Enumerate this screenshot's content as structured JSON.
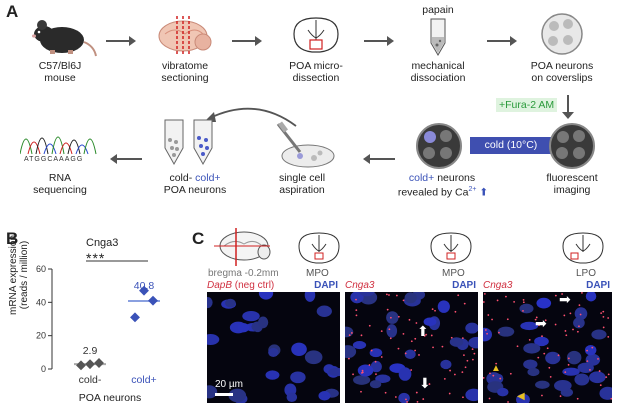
{
  "panels": {
    "a": "A",
    "b": "B",
    "c": "C"
  },
  "workflow": {
    "mouse": "C57/Bl6J\nmouse",
    "vibratome": "vibratome\nsectioning",
    "dissection": "POA micro-\ndissection",
    "papain": "papain",
    "dissociation": "mechanical\ndissociation",
    "coverslips": "POA neurons\non coverslips",
    "fura": "+Fura-2 AM",
    "cold_button": "cold (10°C)",
    "imaging": "fluorescent\nimaging",
    "cold_plus": "cold+",
    "neurons_word": "neurons",
    "revealed": "revealed by Ca",
    "ca_sup": "2+",
    "aspiration": "single cell\naspiration",
    "tube_cold_minus": "cold-",
    "tube_cold_plus": "cold+",
    "poa_neurons": "POA neurons",
    "rnaseq": "RNA\nsequencing",
    "sequence": "ATGGCAAAGG"
  },
  "chart_data": {
    "type": "scatter",
    "title": "Cnga3",
    "ylabel": "mRNA expression\n(reads / million)",
    "categories": [
      "cold-",
      "cold+"
    ],
    "xgroup_label": "POA neurons",
    "ylim": [
      0,
      60
    ],
    "yticks": [
      0,
      20,
      40,
      60
    ],
    "series": [
      {
        "name": "cold-",
        "values": [
          2.2,
          2.9,
          3.6
        ],
        "mean": 2.9,
        "mean_label": "2.9",
        "color": "#555555"
      },
      {
        "name": "cold+",
        "values": [
          31,
          47,
          41
        ],
        "mean": 40.8,
        "mean_label": "40.8",
        "color": "#3a52b8"
      }
    ],
    "significance": "***"
  },
  "panel_c": {
    "bregma": "bregma -0.2mm",
    "regions": [
      "MPO",
      "MPO",
      "LPO"
    ],
    "images": [
      {
        "probe": "DapB",
        "suffix": " (neg ctrl)",
        "stain": "DAPI"
      },
      {
        "probe": "Cnga3",
        "suffix": "",
        "stain": "DAPI"
      },
      {
        "probe": "Cnga3",
        "suffix": "",
        "stain": "DAPI"
      }
    ],
    "scalebar": "20 µm"
  },
  "colors": {
    "accent_blue": "#3a52b8",
    "cold_button": "#3f4fb0",
    "fura_green": "#2a9a3a",
    "probe_red": "#d03040"
  }
}
